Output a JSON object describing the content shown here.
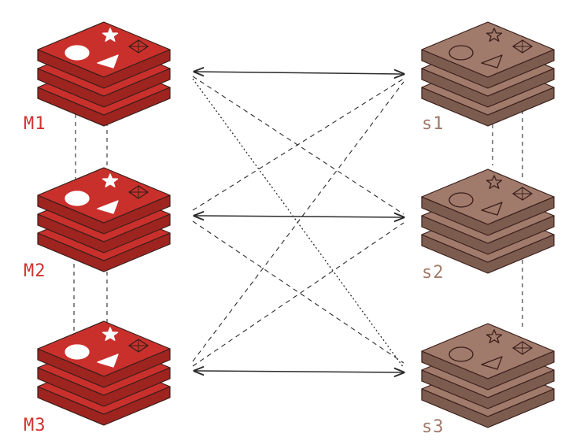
{
  "colors": {
    "master_fill": "#c9302c",
    "master_dark": "#9e2420",
    "replica_fill": "#a07a6b",
    "replica_dark": "#7d5c50",
    "outline": "#3a1e1a",
    "master_label": "#d2322d",
    "replica_label": "#a07a6b",
    "line": "#2b2b2b"
  },
  "masters": [
    {
      "label": "M1"
    },
    {
      "label": "M2"
    },
    {
      "label": "M3"
    }
  ],
  "replicas": [
    {
      "label": "s1"
    },
    {
      "label": "s2"
    },
    {
      "label": "s3"
    }
  ],
  "icons": {
    "node_shapes": [
      "circle-icon",
      "star-icon",
      "triangle-icon",
      "diamond-icon"
    ],
    "stack": "database-stack-icon"
  }
}
